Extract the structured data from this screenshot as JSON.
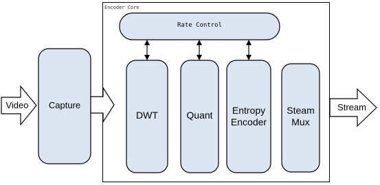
{
  "diagram": {
    "input_label": "Video",
    "capture_label": "Capture",
    "core_title": "Encoder Core",
    "rate_control_label": "Rate Control",
    "modules": [
      {
        "id": "dwt",
        "label": "DWT"
      },
      {
        "id": "quant",
        "label": "Quant"
      },
      {
        "id": "entropy",
        "label": "Entropy\nEncoder"
      },
      {
        "id": "mux",
        "label": "Steam\nMux"
      }
    ],
    "output_label": "Stream"
  },
  "colors": {
    "block_fill": "#dce6f2",
    "stroke": "#000000",
    "arrow_fill": "#ffffff"
  }
}
